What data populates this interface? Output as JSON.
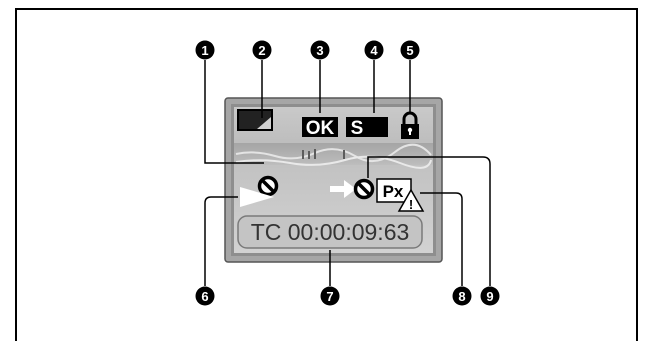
{
  "callouts": [
    {
      "number": "1"
    },
    {
      "number": "2"
    },
    {
      "number": "3"
    },
    {
      "number": "4"
    },
    {
      "number": "5"
    },
    {
      "number": "6"
    },
    {
      "number": "7"
    },
    {
      "number": "8"
    },
    {
      "number": "9"
    }
  ],
  "screen": {
    "ok_badge": "OK",
    "s_badge": "S",
    "px_badge": "Px",
    "warning_mark": "!",
    "timecode": "TC 00:00:09:63"
  },
  "colors": {
    "bezel": "#a6a6a6",
    "screen_bg": "#d0d0d0",
    "callout": "#000000",
    "badge_bg": "#000000",
    "badge_text": "#ffffff",
    "timecode_box": "#c4c4c4"
  }
}
